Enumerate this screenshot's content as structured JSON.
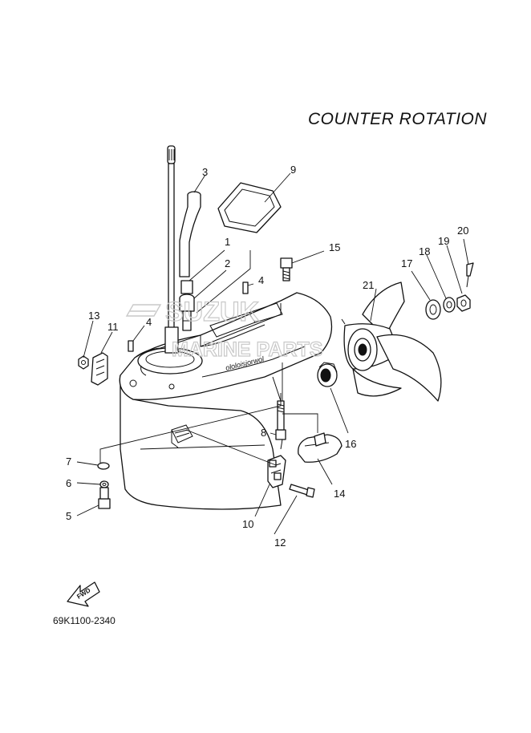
{
  "title": "COUNTER ROTATION",
  "diagram_code": "69K1100-2340",
  "fwd_arrow_label": "FWD",
  "watermark_text": "MARINE PARTS",
  "watermark_logo": "SUZUK",
  "callouts": {
    "p1": "1",
    "p2": "2",
    "p3": "3",
    "p4a": "4",
    "p4b": "4",
    "p5": "5",
    "p6": "6",
    "p7": "7",
    "p8": "8",
    "p9": "9",
    "p10": "10",
    "p11": "11",
    "p12": "12",
    "p13": "13",
    "p14": "14",
    "p15": "15",
    "p16": "16",
    "p17": "17",
    "p18": "18",
    "p19": "19",
    "p20": "20",
    "p21": "21"
  },
  "colors": {
    "line": "#111111",
    "watermark": "#c8c8c8",
    "background": "#ffffff"
  }
}
